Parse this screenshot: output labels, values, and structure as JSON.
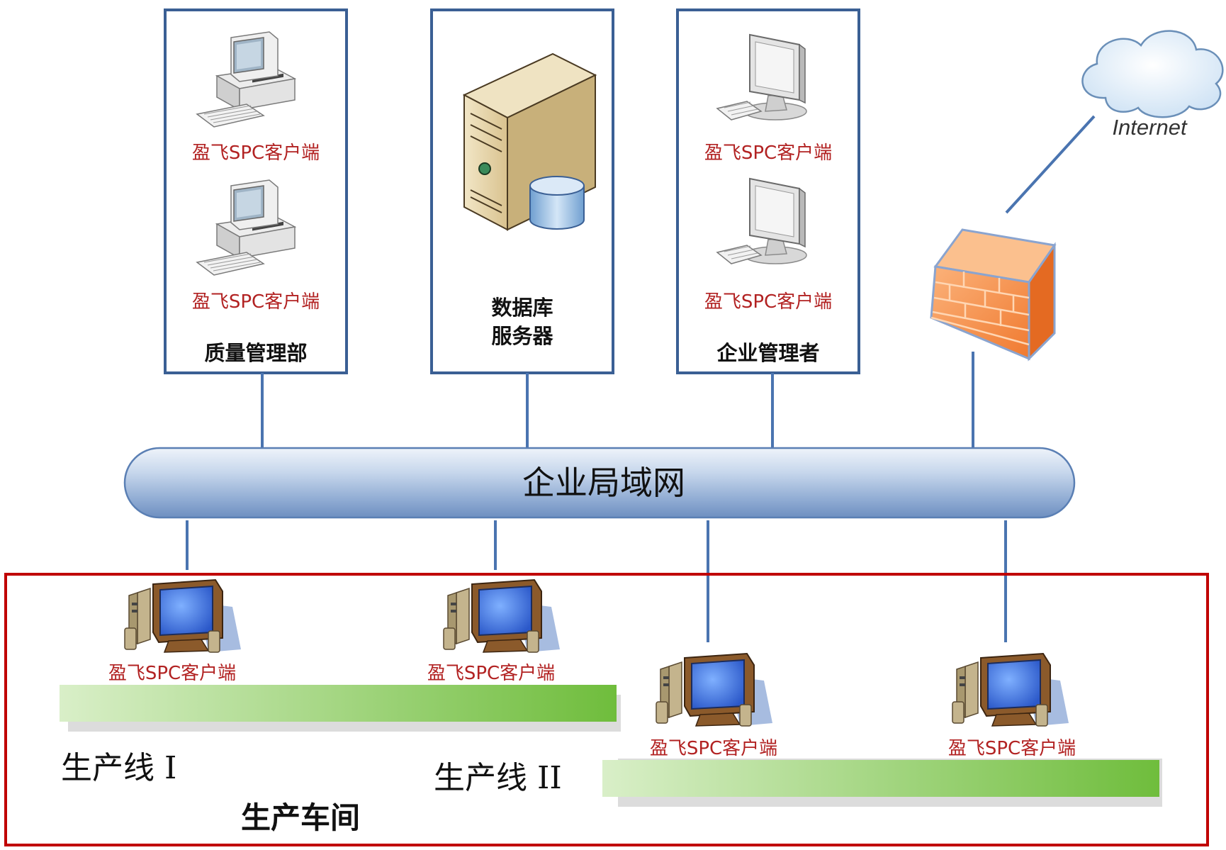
{
  "client_label": "盈飞SPC客户端",
  "groups": {
    "quality": {
      "title": "质量管理部"
    },
    "database": {
      "title_line1": "数据库",
      "title_line2": "服务器"
    },
    "management": {
      "title": "企业管理者"
    }
  },
  "network": {
    "label": "企业局域网"
  },
  "internet": {
    "label": "Internet"
  },
  "workshop": {
    "title": "生产车间",
    "line1_label": "生产线 I",
    "line2_label": "生产线 II"
  },
  "colors": {
    "box_border": "#3a5f94",
    "connector": "#4a74b0",
    "workshop_border": "#c00000",
    "client_text": "#b22222",
    "production_bar": "#7cc44a",
    "firewall": "#f08a3a"
  }
}
